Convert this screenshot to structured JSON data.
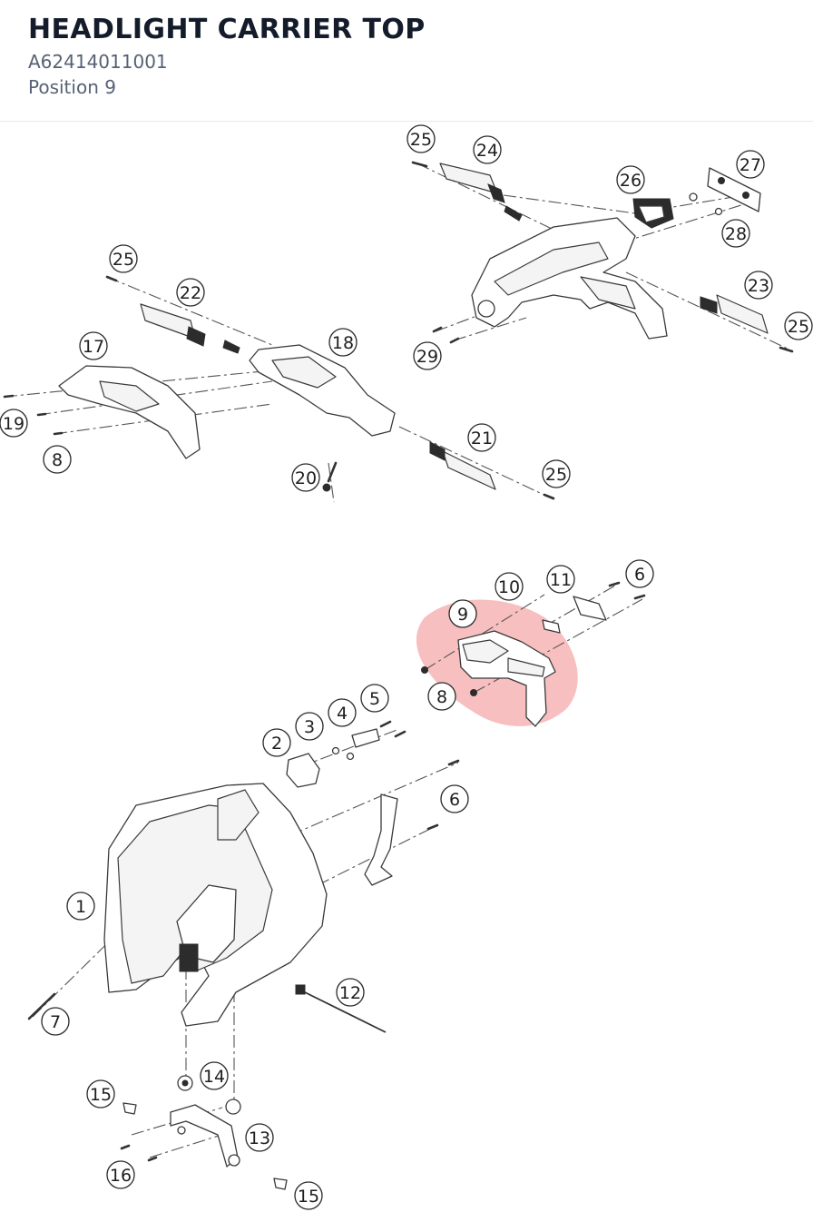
{
  "header": {
    "title": "HEADLIGHT CARRIER TOP",
    "part_number": "A62414011001",
    "position_text": "Position 9"
  },
  "diagram": {
    "highlighted_position": "9",
    "highlight_color": "#f08a8a",
    "callouts": [
      "25",
      "24",
      "27",
      "26",
      "28",
      "23",
      "25",
      "29",
      "25",
      "22",
      "18",
      "17",
      "19",
      "8",
      "21",
      "25",
      "20",
      "10",
      "11",
      "6",
      "9",
      "8",
      "5",
      "4",
      "3",
      "2",
      "6",
      "1",
      "12",
      "7",
      "14",
      "15",
      "13",
      "16",
      "15"
    ]
  }
}
